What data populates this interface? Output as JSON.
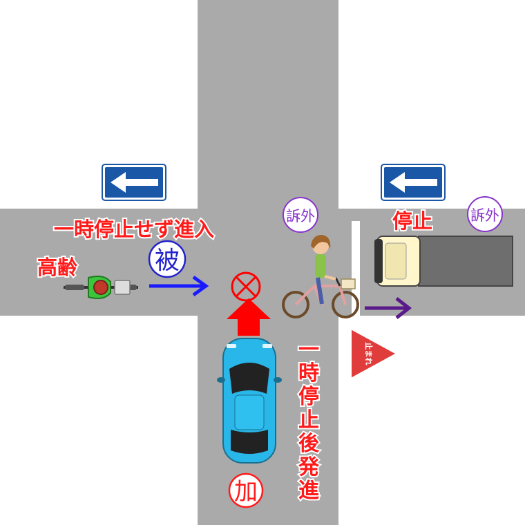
{
  "labels": {
    "no_stop_entry": "一時停止せず進入",
    "elderly": "高齢",
    "victim_stamp": "被",
    "assailant_stamp": "加",
    "outside_stamp_left": "訴外",
    "outside_stamp_right": "訴外",
    "stopped": "停止",
    "stop_then_go": [
      "一",
      "時",
      "停",
      "止",
      "後",
      "発",
      "進"
    ],
    "stop_sign_text": "止まれ"
  },
  "colors": {
    "road": "#aaaaaa",
    "sign_blue": "#1a57a6",
    "car_body": "#29b6e8",
    "red_arrow": "#ff0000",
    "blue_arrow": "#1a1aff",
    "purple_arrow": "#5a1a8a",
    "label_red": "#ff1a1a",
    "stamp_purple": "#8833cc",
    "stamp_blue": "#2222cc",
    "stamp_red": "#ff1a1a",
    "stop_sign": "#e03c3c",
    "truck_cargo": "#6e6e6e"
  },
  "icons": {
    "one_way_signs": [
      "left-arrow-icon",
      "left-arrow-icon"
    ],
    "collision_marker": "crossed-circle-icon",
    "stop_sign": "triangle-stop-sign-icon"
  }
}
